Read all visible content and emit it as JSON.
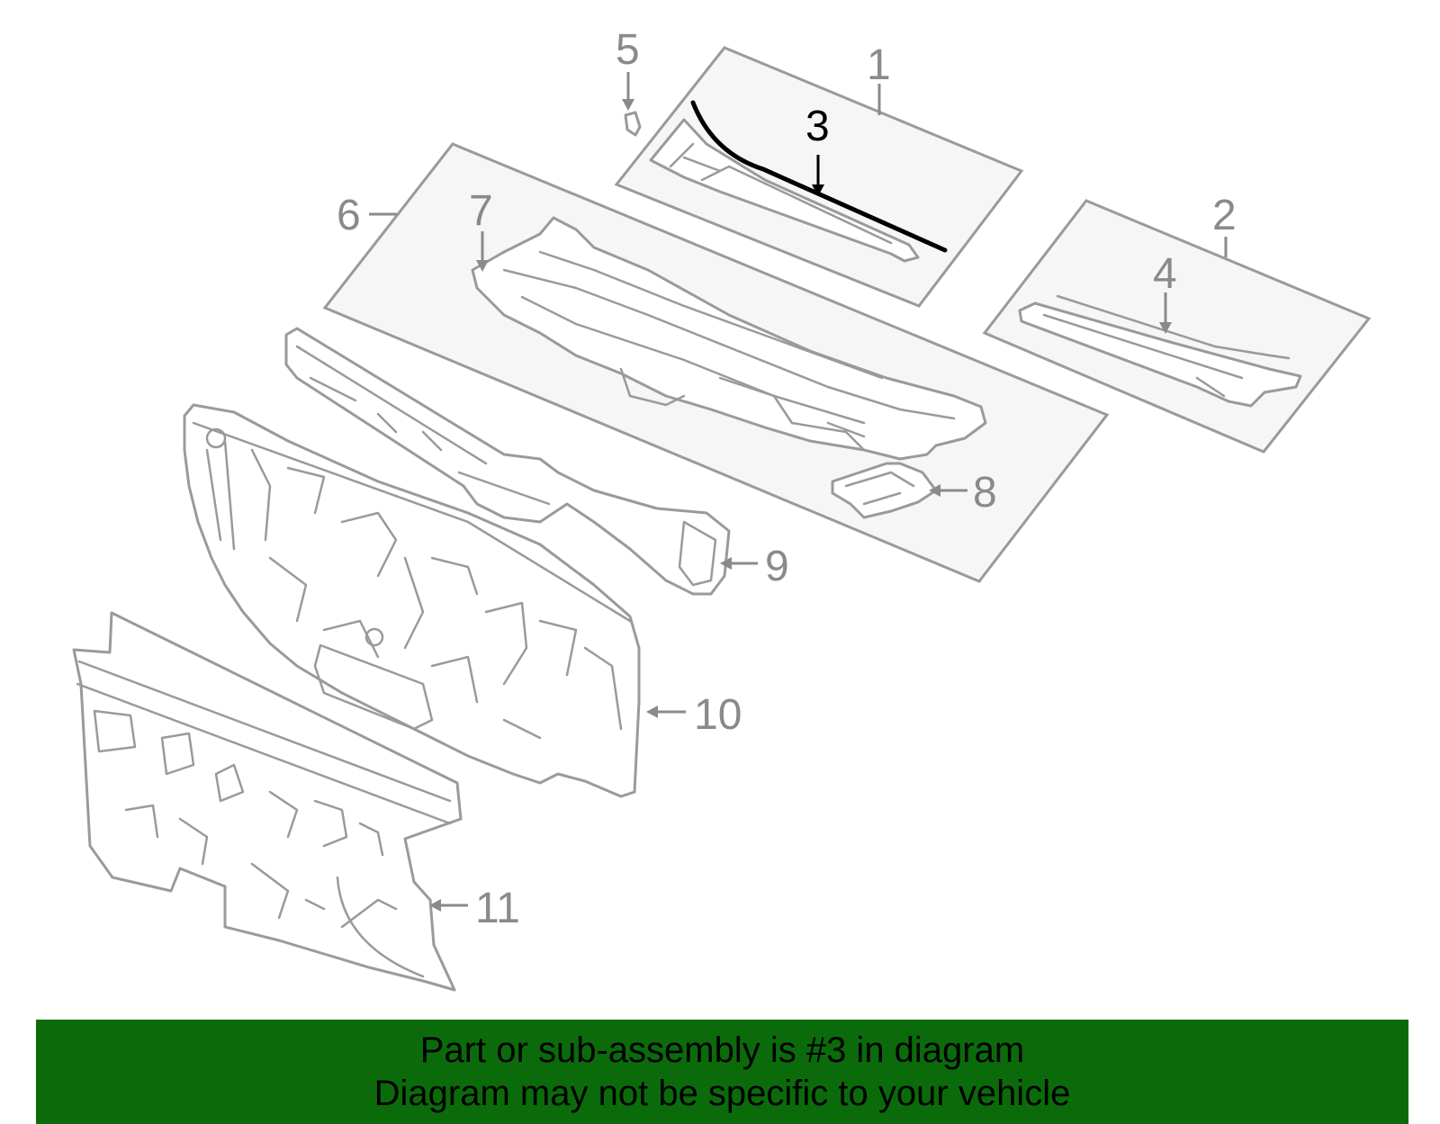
{
  "callouts": {
    "c1": "1",
    "c2": "2",
    "c3": "3",
    "c4": "4",
    "c5": "5",
    "c6": "6",
    "c7": "7",
    "c8": "8",
    "c9": "9",
    "c10": "10",
    "c11": "11"
  },
  "highlighted_part": "3",
  "colors": {
    "banner": "#0b6b0b",
    "highlight": "#000000",
    "line": "#9a9a9a"
  },
  "banner": {
    "line1": "Part or sub-assembly is #3 in diagram",
    "line2": "Diagram may not be specific to your vehicle"
  }
}
